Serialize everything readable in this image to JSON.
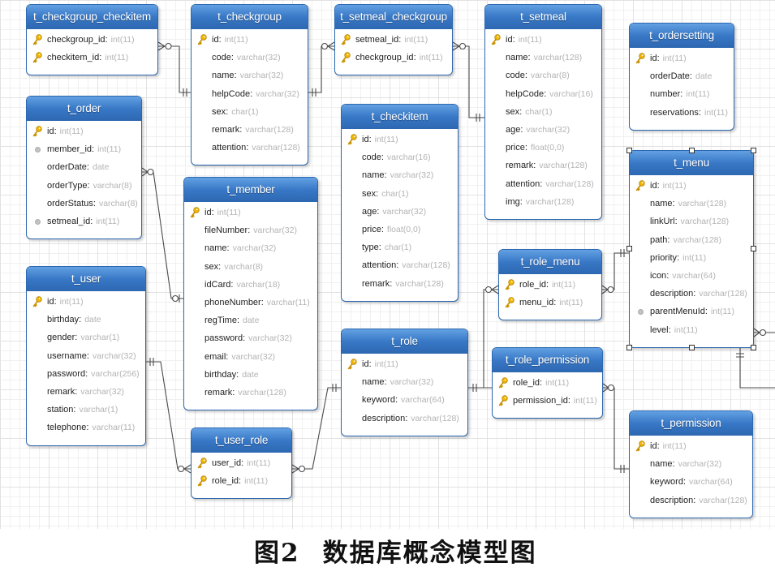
{
  "diagram": {
    "tables": [
      {
        "name": "t_checkgroup_checkitem",
        "fields": [
          {
            "name": "checkgroup_id",
            "type": "int(11)",
            "icon": "key-icon"
          },
          {
            "name": "checkitem_id",
            "type": "int(11)",
            "icon": "key-icon"
          }
        ]
      },
      {
        "name": "t_checkgroup",
        "fields": [
          {
            "name": "id",
            "type": "int(11)",
            "icon": "key-icon"
          },
          {
            "name": "code",
            "type": "varchar(32)"
          },
          {
            "name": "name",
            "type": "varchar(32)"
          },
          {
            "name": "helpCode",
            "type": "varchar(32)"
          },
          {
            "name": "sex",
            "type": "char(1)"
          },
          {
            "name": "remark",
            "type": "varchar(128)"
          },
          {
            "name": "attention",
            "type": "varchar(128)"
          }
        ]
      },
      {
        "name": "t_setmeal_checkgroup",
        "fields": [
          {
            "name": "setmeal_id",
            "type": "int(11)",
            "icon": "key-icon"
          },
          {
            "name": "checkgroup_id",
            "type": "int(11)",
            "icon": "key-icon"
          }
        ]
      },
      {
        "name": "t_setmeal",
        "fields": [
          {
            "name": "id",
            "type": "int(11)",
            "icon": "key-icon"
          },
          {
            "name": "name",
            "type": "varchar(128)"
          },
          {
            "name": "code",
            "type": "varchar(8)"
          },
          {
            "name": "helpCode",
            "type": "varchar(16)"
          },
          {
            "name": "sex",
            "type": "char(1)"
          },
          {
            "name": "age",
            "type": "varchar(32)"
          },
          {
            "name": "price",
            "type": "float(0,0)"
          },
          {
            "name": "remark",
            "type": "varchar(128)"
          },
          {
            "name": "attention",
            "type": "varchar(128)"
          },
          {
            "name": "img",
            "type": "varchar(128)"
          }
        ]
      },
      {
        "name": "t_ordersetting",
        "fields": [
          {
            "name": "id",
            "type": "int(11)",
            "icon": "key-icon"
          },
          {
            "name": "orderDate",
            "type": "date"
          },
          {
            "name": "number",
            "type": "int(11)"
          },
          {
            "name": "reservations",
            "type": "int(11)"
          }
        ]
      },
      {
        "name": "t_order",
        "fields": [
          {
            "name": "id",
            "type": "int(11)",
            "icon": "key-icon"
          },
          {
            "name": "member_id",
            "type": "int(11)",
            "icon": "foreign-key-icon"
          },
          {
            "name": "orderDate",
            "type": "date"
          },
          {
            "name": "orderType",
            "type": "varchar(8)"
          },
          {
            "name": "orderStatus",
            "type": "varchar(8)"
          },
          {
            "name": "setmeal_id",
            "type": "int(11)",
            "icon": "foreign-key-icon"
          }
        ]
      },
      {
        "name": "t_checkitem",
        "fields": [
          {
            "name": "id",
            "type": "int(11)",
            "icon": "key-icon"
          },
          {
            "name": "code",
            "type": "varchar(16)"
          },
          {
            "name": "name",
            "type": "varchar(32)"
          },
          {
            "name": "sex",
            "type": "char(1)"
          },
          {
            "name": "age",
            "type": "varchar(32)"
          },
          {
            "name": "price",
            "type": "float(0,0)"
          },
          {
            "name": "type",
            "type": "char(1)"
          },
          {
            "name": "attention",
            "type": "varchar(128)"
          },
          {
            "name": "remark",
            "type": "varchar(128)"
          }
        ]
      },
      {
        "name": "t_member",
        "fields": [
          {
            "name": "id",
            "type": "int(11)",
            "icon": "key-icon"
          },
          {
            "name": "fileNumber",
            "type": "varchar(32)"
          },
          {
            "name": "name",
            "type": "varchar(32)"
          },
          {
            "name": "sex",
            "type": "varchar(8)"
          },
          {
            "name": "idCard",
            "type": "varchar(18)"
          },
          {
            "name": "phoneNumber",
            "type": "varchar(11)"
          },
          {
            "name": "regTime",
            "type": "date"
          },
          {
            "name": "password",
            "type": "varchar(32)"
          },
          {
            "name": "email",
            "type": "varchar(32)"
          },
          {
            "name": "birthday",
            "type": "date"
          },
          {
            "name": "remark",
            "type": "varchar(128)"
          }
        ]
      },
      {
        "name": "t_menu",
        "fields": [
          {
            "name": "id",
            "type": "int(11)",
            "icon": "key-icon"
          },
          {
            "name": "name",
            "type": "varchar(128)"
          },
          {
            "name": "linkUrl",
            "type": "varchar(128)"
          },
          {
            "name": "path",
            "type": "varchar(128)"
          },
          {
            "name": "priority",
            "type": "int(11)"
          },
          {
            "name": "icon",
            "type": "varchar(64)"
          },
          {
            "name": "description",
            "type": "varchar(128)"
          },
          {
            "name": "parentMenuId",
            "type": "int(11)",
            "icon": "foreign-key-icon"
          },
          {
            "name": "level",
            "type": "int(11)"
          }
        ]
      },
      {
        "name": "t_user",
        "fields": [
          {
            "name": "id",
            "type": "int(11)",
            "icon": "key-icon"
          },
          {
            "name": "birthday",
            "type": "date"
          },
          {
            "name": "gender",
            "type": "varchar(1)"
          },
          {
            "name": "username",
            "type": "varchar(32)"
          },
          {
            "name": "password",
            "type": "varchar(256)"
          },
          {
            "name": "remark",
            "type": "varchar(32)"
          },
          {
            "name": "station",
            "type": "varchar(1)"
          },
          {
            "name": "telephone",
            "type": "varchar(11)"
          }
        ]
      },
      {
        "name": "t_role_menu",
        "fields": [
          {
            "name": "role_id",
            "type": "int(11)",
            "icon": "key-icon"
          },
          {
            "name": "menu_id",
            "type": "int(11)",
            "icon": "key-icon"
          }
        ]
      },
      {
        "name": "t_role",
        "fields": [
          {
            "name": "id",
            "type": "int(11)",
            "icon": "key-icon"
          },
          {
            "name": "name",
            "type": "varchar(32)"
          },
          {
            "name": "keyword",
            "type": "varchar(64)"
          },
          {
            "name": "description",
            "type": "varchar(128)"
          }
        ]
      },
      {
        "name": "t_role_permission",
        "fields": [
          {
            "name": "role_id",
            "type": "int(11)",
            "icon": "key-icon"
          },
          {
            "name": "permission_id",
            "type": "int(11)",
            "icon": "key-icon"
          }
        ]
      },
      {
        "name": "t_user_role",
        "fields": [
          {
            "name": "user_id",
            "type": "int(11)",
            "icon": "key-icon"
          },
          {
            "name": "role_id",
            "type": "int(11)",
            "icon": "key-icon"
          }
        ]
      },
      {
        "name": "t_permission",
        "fields": [
          {
            "name": "id",
            "type": "int(11)",
            "icon": "key-icon"
          },
          {
            "name": "name",
            "type": "varchar(32)"
          },
          {
            "name": "keyword",
            "type": "varchar(64)"
          },
          {
            "name": "description",
            "type": "varchar(128)"
          }
        ]
      }
    ],
    "selected_table": "t_menu"
  },
  "caption": {
    "label": "图2",
    "title": "数据库概念模型图"
  },
  "colors": {
    "table_header": "#3878c6",
    "table_border": "#2c68b0",
    "key_icon": "#f2b705",
    "foreign_key_icon": "#c2c2c2",
    "field_name_text": "#1f1f1f",
    "field_type_text": "#b3b3b3",
    "relationship_line": "#4a4a4a"
  }
}
